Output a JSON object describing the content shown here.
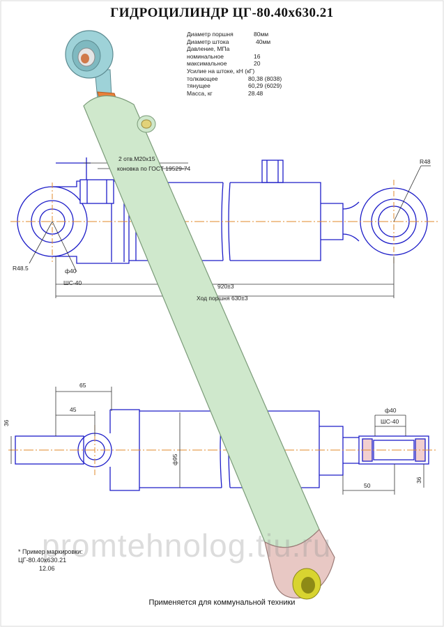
{
  "title": "ГИДРОЦИЛИНДР ЦГ-80.40х630.21",
  "specs": [
    {
      "label": "Диаметр поршня",
      "value": "80мм"
    },
    {
      "label": "Диаметр штока",
      "value": "40мм"
    },
    {
      "label": "Давление, МПа",
      "value": ""
    },
    {
      "label": "номинальное",
      "value": "16"
    },
    {
      "label": "максимальное",
      "value": "20"
    },
    {
      "label": "Усилие на штоке, кН (кГ)",
      "value": ""
    },
    {
      "label": "толкающее",
      "value": "80,38 (8038)"
    },
    {
      "label": "тянущее",
      "value": "60,29 (6029)"
    },
    {
      "label": "Масса, кг",
      "value": "28.48"
    }
  ],
  "annotations": {
    "thread": "2 отв.M20х15",
    "cone": "коновка по ГОСТ 19529-74",
    "radius_rod_end": "R48",
    "radius_base_end": "R48.5",
    "pin_diameter": "ф40",
    "bearing": "ШС-40",
    "total_length": "920±3",
    "stroke": "Ход поршня 630±3",
    "dim_65": "65",
    "dim_45": "45",
    "dim_36_left": "36",
    "dim_95": "ф95",
    "dim_40_right": "ф40",
    "bearing_right": "ШС-40",
    "dim_50": "50",
    "dim_36_right": "36"
  },
  "marking": {
    "line1": "* Пример маркировки:",
    "line2": "ЦГ-80.40х630.21",
    "line3": "12.06"
  },
  "usage": "Применяется для коммунальной техники",
  "watermark": "promtehnolog.tiu.ru",
  "colors": {
    "drawing_lines": "#1c1cc8",
    "center_lines": "#e08a2a",
    "cylinder_body": "#cfe8cc",
    "rod_eye": "#9ed2d8",
    "base_eye": "#e8b8b4",
    "bushing": "#d8d430"
  }
}
